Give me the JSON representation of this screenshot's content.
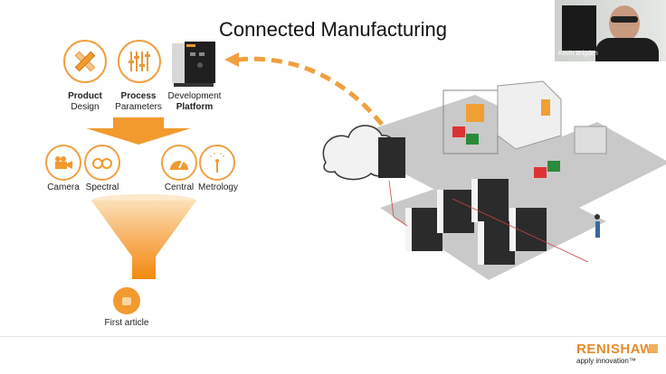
{
  "slide": {
    "title": "Connected Manufacturing",
    "top_row": [
      {
        "icon": "pencil-ruler-icon",
        "label_bold": "Product",
        "label": "Design"
      },
      {
        "icon": "sliders-icon",
        "label_bold": "Process",
        "label": "Parameters"
      },
      {
        "icon": "machine-icon",
        "label": "Development",
        "label_bold": "Platform"
      }
    ],
    "monitoring_row": [
      {
        "icon": "camera-icon",
        "label": "Camera"
      },
      {
        "icon": "binoculars-icon",
        "label": "Spectral"
      },
      {
        "icon": "gauge-icon",
        "label": "Central"
      },
      {
        "icon": "probe-icon",
        "label": "Metrology"
      }
    ],
    "funnel_output": {
      "icon": "part-icon",
      "label": "First article"
    },
    "illustration": "connected-factory-floor",
    "colors": {
      "accent": "#f29a2e",
      "funnel_light": "#fbd9a8",
      "funnel_dark": "#f28a10",
      "floor": "#c9c9c9"
    }
  },
  "video_feed": {
    "name": "Kevin Brigden"
  },
  "brand": {
    "name": "RENISHAW",
    "tagline": "apply innovation™"
  }
}
